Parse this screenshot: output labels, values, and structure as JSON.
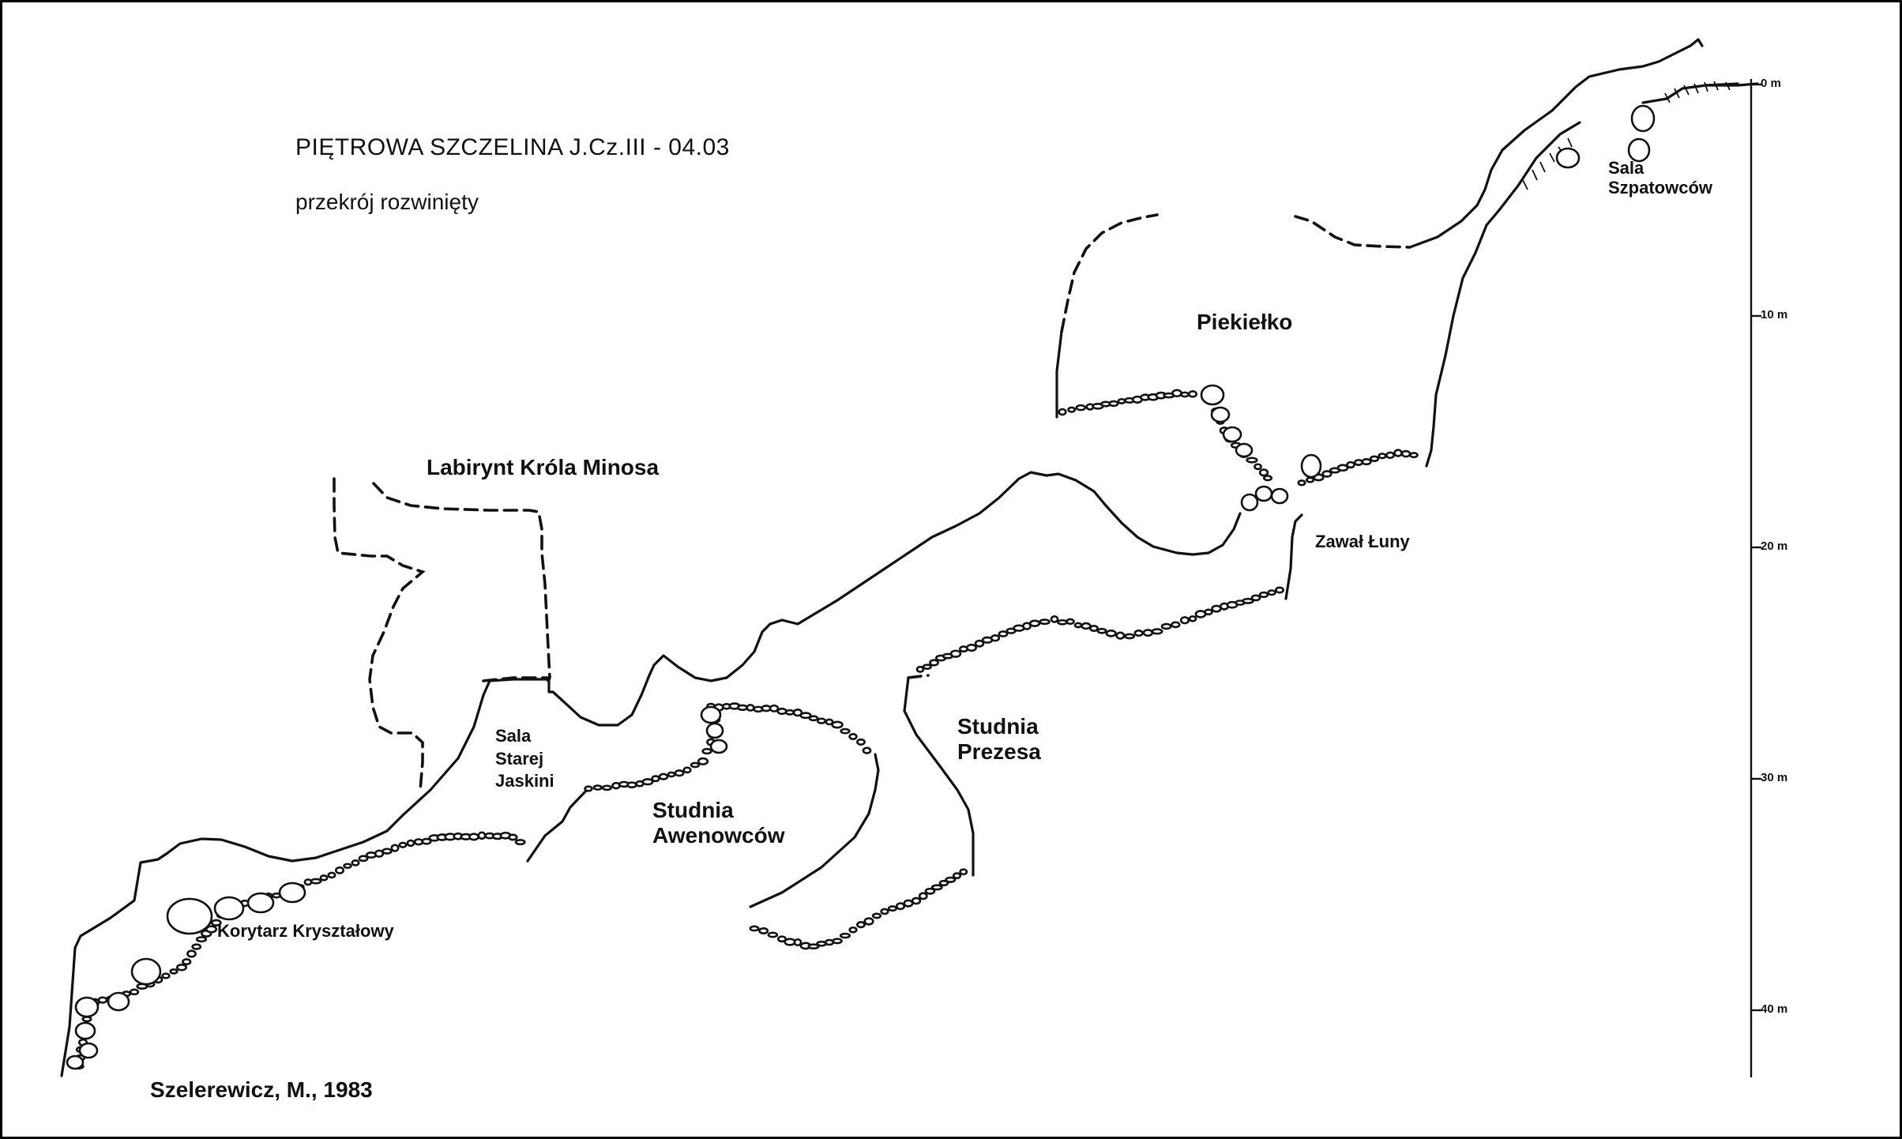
{
  "title": "PIĘTROWA SZCZELINA   J.Cz.III - 04.03",
  "subtitle": "przekrój rozwinięty",
  "author": "Szelerewicz, M., 1983",
  "colors": {
    "ink": "#111111",
    "background": "#ffffff"
  },
  "labels": {
    "labirynt": "Labirynt  Króla  Minosa",
    "piekielko": "Piekiełko",
    "sala_szpatowcow": [
      "Sala",
      "Szpatowców"
    ],
    "zawal_luny": "Zawał Łuny",
    "studnia_prezesa": [
      "Studnia",
      "Prezesa"
    ],
    "sala_starej_jaskini": [
      "Sala",
      "Starej",
      "Jaskini"
    ],
    "studnia_awenowcow": [
      "Studnia",
      "Awenowców"
    ],
    "korytarz": "Korytarz Kryształowy"
  },
  "scale": {
    "unit": "m",
    "ticks": [
      {
        "depth": 0,
        "label": "0 m"
      },
      {
        "depth": 10,
        "label": "10 m"
      },
      {
        "depth": 20,
        "label": "20 m"
      },
      {
        "depth": 30,
        "label": "30 m"
      },
      {
        "depth": 40,
        "label": "40 m"
      }
    ]
  }
}
